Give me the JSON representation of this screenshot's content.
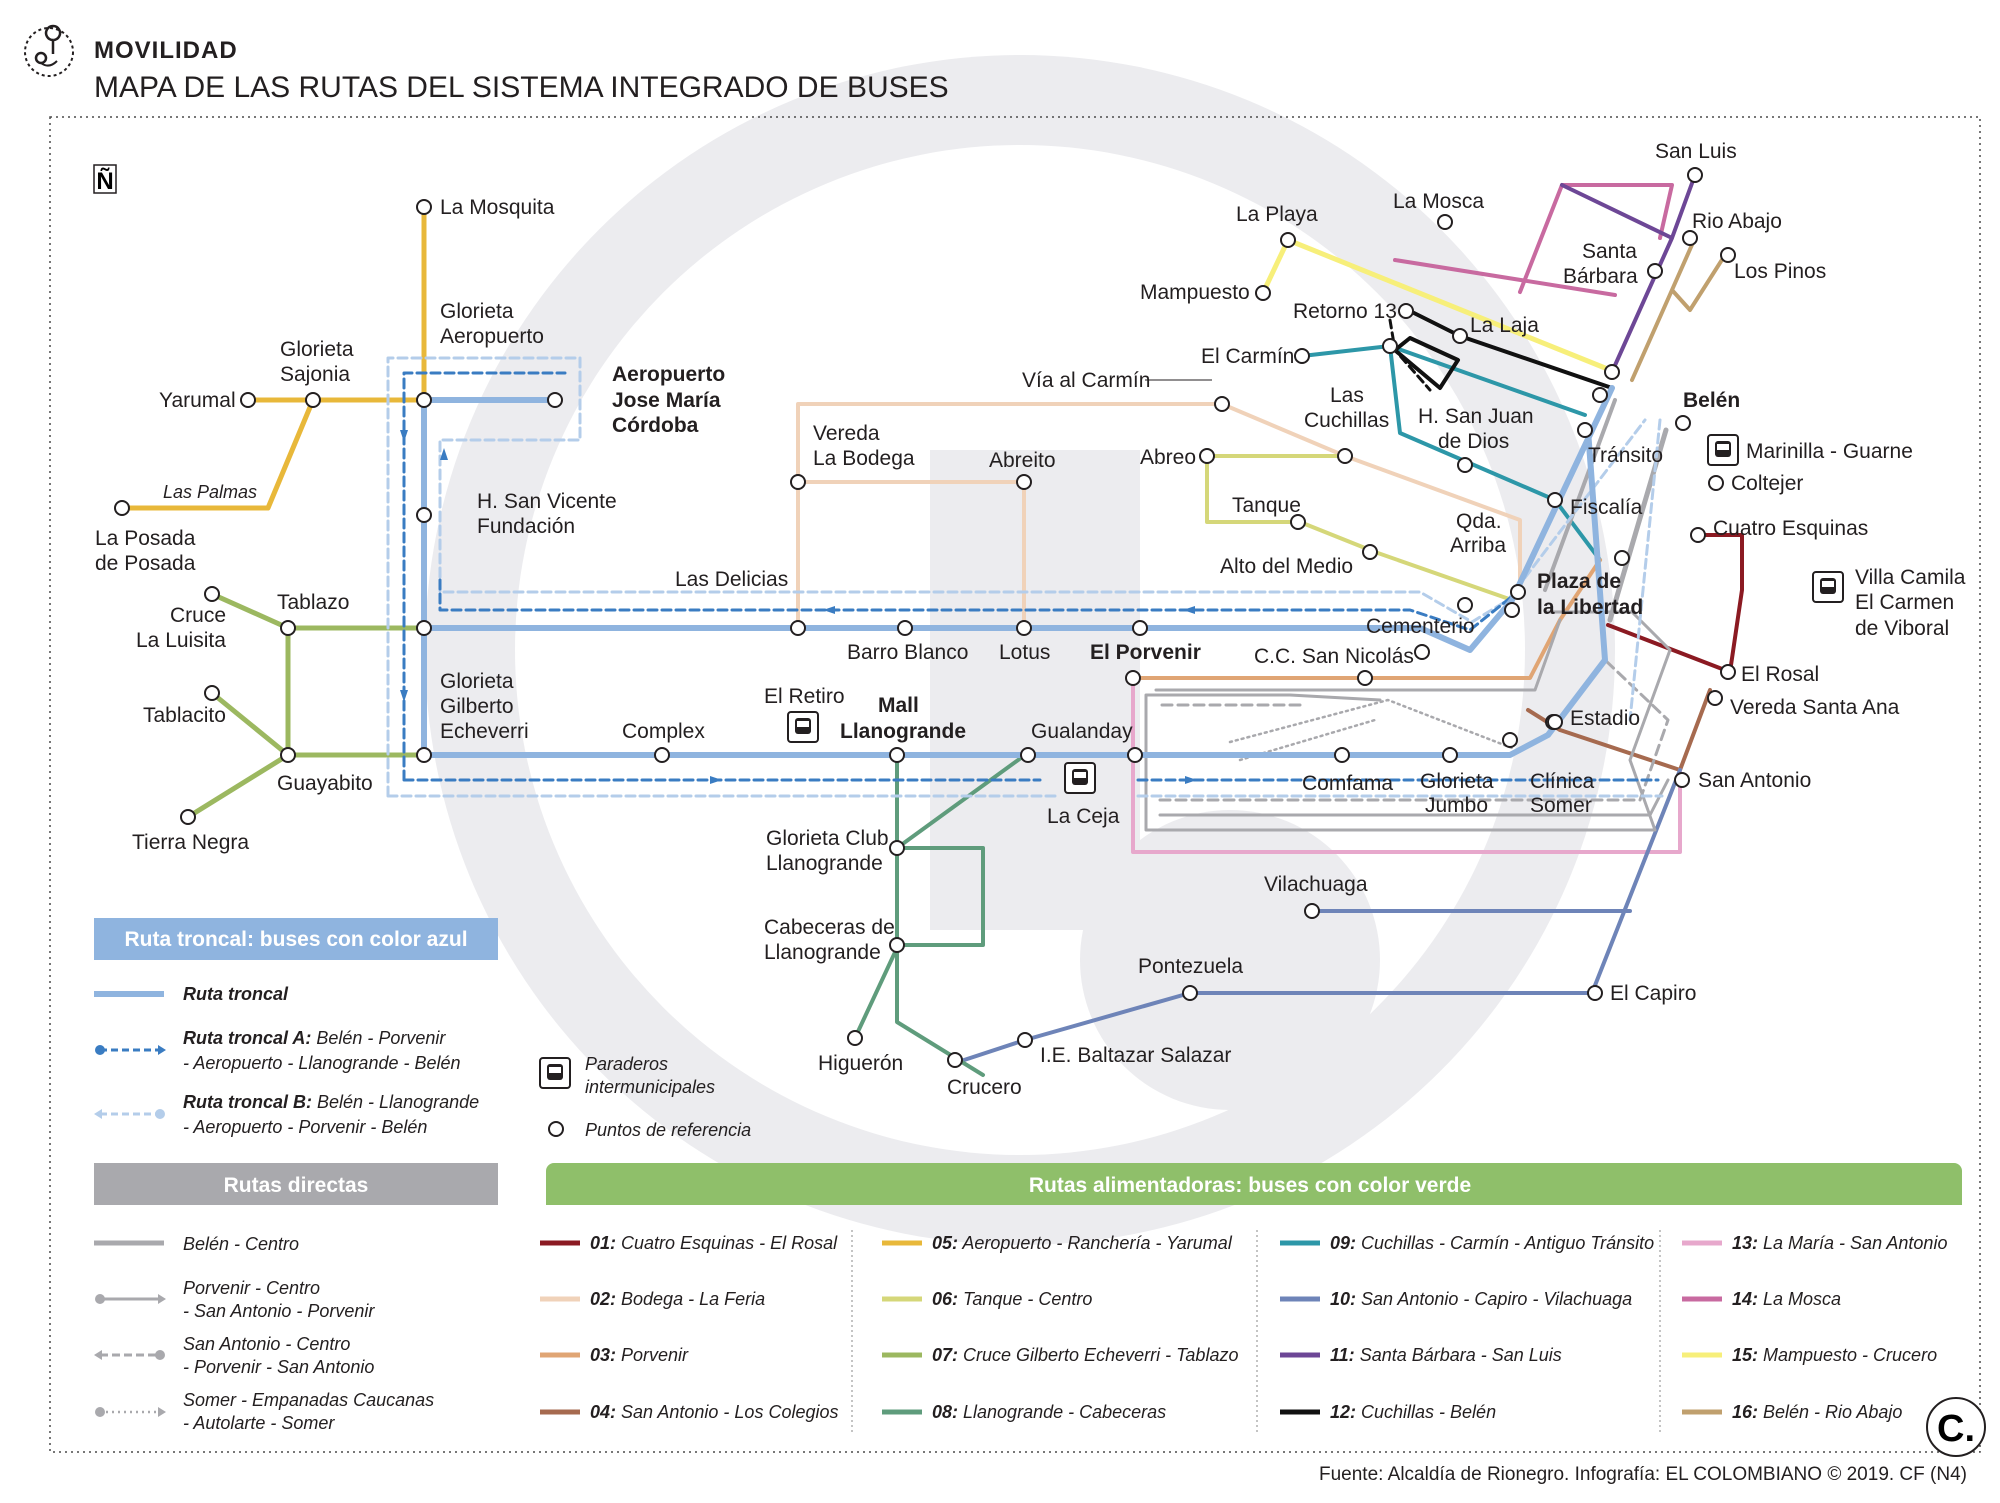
{
  "header": {
    "section": "MOVILIDAD",
    "title": "MAPA DE LAS RUTAS DEL SISTEMA INTEGRADO DE BUSES"
  },
  "north_symbol": "Ñ",
  "stops": {
    "la_mosquita": "La Mosquita",
    "glorieta_aeropuerto": [
      "Glorieta",
      "Aeropuerto"
    ],
    "glorieta_sajonia": [
      "Glorieta",
      "Sajonia"
    ],
    "yarumal": "Yarumal",
    "las_palmas": "Las Palmas",
    "la_posada": [
      "La Posada",
      "de Posada"
    ],
    "aeropuerto": [
      "Aeropuerto",
      "Jose María",
      "Córdoba"
    ],
    "h_san_vicente": [
      "H. San Vicente",
      "Fundación"
    ],
    "cruce_la_luisita": [
      "Cruce",
      "La Luisita"
    ],
    "tablazo": "Tablazo",
    "tablacito": "Tablacito",
    "guayabito": "Guayabito",
    "tierra_negra": "Tierra Negra",
    "glorieta_gilberto": [
      "Glorieta",
      "Gilberto",
      "Echeverri"
    ],
    "complex": "Complex",
    "el_retiro": "El Retiro",
    "mall_llanogrande": [
      "Mall",
      "Llanogrande"
    ],
    "gualanday": "Gualanday",
    "la_ceja": "La Ceja",
    "glorieta_club": [
      "Glorieta Club",
      "Llanogrande"
    ],
    "cabeceras": [
      "Cabeceras de",
      "Llanogrande"
    ],
    "higueron": "Higuerón",
    "crucero": "Crucero",
    "baltazar": "I.E. Baltazar Salazar",
    "pontezuela": "Pontezuela",
    "el_capiro": "El Capiro",
    "vilachuaga": "Vilachuaga",
    "vereda_la_bodega": [
      "Vereda",
      "La Bodega"
    ],
    "abreito": "Abreito",
    "via_al_carmin": "Vía al Carmín",
    "las_delicias": "Las Delicias",
    "barro_blanco": "Barro Blanco",
    "lotus": "Lotus",
    "el_porvenir": "El Porvenir",
    "cementerio": "Cementerio",
    "cc_san_nicolas": "C.C. San Nicolás",
    "comfama": "Comfama",
    "glorieta_jumbo": [
      "Glorieta",
      "Jumbo"
    ],
    "clinica_somer": [
      "Clínica",
      "Somer"
    ],
    "estadio": "Estadio",
    "san_antonio": "San Antonio",
    "vereda_santa_ana": "Vereda Santa Ana",
    "el_rosal": "El Rosal",
    "villa_camila": [
      "Villa Camila",
      "El Carmen",
      "de Viboral"
    ],
    "cuatro_esquinas": "Cuatro Esquinas",
    "coltejer": "Coltejer",
    "marinilla": "Marinilla - Guarne",
    "belen": "Belén",
    "transito": "Tránsito",
    "fiscalia": "Fiscalía",
    "plaza_libertad": [
      "Plaza de",
      "la Libertad"
    ],
    "qda_arriba": [
      "Qda.",
      "Arriba"
    ],
    "alto_del_medio": "Alto del Medio",
    "tanque": "Tanque",
    "abreo": "Abreo",
    "las_cuchillas": [
      "Las",
      "Cuchillas"
    ],
    "h_san_juan": [
      "H. San Juan",
      "de Dios"
    ],
    "el_carmin": "El Carmín",
    "retorno_13": "Retorno 13",
    "la_laja": "La Laja",
    "mampuesto": "Mampuesto",
    "la_playa": "La Playa",
    "la_mosca": "La Mosca",
    "santa_barbara": [
      "Santa",
      "Bárbara"
    ],
    "san_luis": "San Luis",
    "rio_abajo": "Rio Abajo",
    "los_pinos": "Los Pinos"
  },
  "legend": {
    "troncal_bar": "Ruta troncal: buses con color azul",
    "troncal": "Ruta troncal",
    "troncal_a_title": "Ruta troncal A:",
    "troncal_a_text": [
      " Belén - Porvenir",
      "- Aeropuerto - Llanogrande - Belén"
    ],
    "troncal_b_title": "Ruta troncal B:",
    "troncal_b_text": [
      " Belén - Llanogrande",
      "- Aeropuerto - Porvenir - Belén"
    ],
    "paraderos": [
      "Paraderos",
      "intermunicipales"
    ],
    "puntos": "Puntos de referencia",
    "directas_bar": "Rutas directas",
    "directas": [
      [
        "Belén - Centro"
      ],
      [
        "Porvenir - Centro",
        "- San Antonio - Porvenir"
      ],
      [
        "San Antonio - Centro",
        "- Porvenir - San Antonio"
      ],
      [
        "Somer - Empanadas Caucanas",
        "- Autolarte - Somer"
      ]
    ],
    "alimentadoras_bar": "Rutas alimentadoras: buses con color verde",
    "alimentadoras": [
      {
        "num": "01:",
        "name": " Cuatro Esquinas - El Rosal",
        "color": "#8b1a22"
      },
      {
        "num": "02:",
        "name": " Bodega - La Feria",
        "color": "#f0d2b9"
      },
      {
        "num": "03:",
        "name": " Porvenir",
        "color": "#e0a574"
      },
      {
        "num": "04:",
        "name": " San Antonio - Los Colegios",
        "color": "#a66a4f"
      },
      {
        "num": "05:",
        "name": " Aeropuerto - Ranchería - Yarumal",
        "color": "#e8b83a"
      },
      {
        "num": "06:",
        "name": " Tanque - Centro",
        "color": "#d5d779"
      },
      {
        "num": "07:",
        "name": " Cruce Gilberto Echeverri - Tablazo",
        "color": "#9cb860"
      },
      {
        "num": "08:",
        "name": " Llanogrande - Cabeceras",
        "color": "#5f9c7c"
      },
      {
        "num": "09:",
        "name": " Cuchillas - Carmín - Antiguo Tránsito",
        "color": "#2d97a8"
      },
      {
        "num": "10:",
        "name": " San Antonio - Capiro - Vilachuaga",
        "color": "#6e84b8"
      },
      {
        "num": "11:",
        "name": " Santa Bárbara - San Luis",
        "color": "#6d4796"
      },
      {
        "num": "12:",
        "name": " Cuchillas - Belén",
        "color": "#111111"
      },
      {
        "num": "13:",
        "name": " La María - San Antonio",
        "color": "#e7a8cc"
      },
      {
        "num": "14:",
        "name": " La Mosca",
        "color": "#c86aa0"
      },
      {
        "num": "15:",
        "name": " Mampuesto - Crucero",
        "color": "#f7ef7a"
      },
      {
        "num": "16:",
        "name": " Belén - Rio Abajo",
        "color": "#c0a06e"
      }
    ]
  },
  "source": "Fuente: Alcaldía de Rionegro. Infografía: EL COLOMBIANO © 2019. CF (N4)",
  "logo_letter": "C.",
  "colors": {
    "troncal": "#8fb4df",
    "troncal_a": "#3a7cc2",
    "troncal_b": "#b4cdea",
    "directas": "#a9a9ad",
    "alimentadoras_bar": "#8fbf6a",
    "watermark": "#eeeef0"
  }
}
